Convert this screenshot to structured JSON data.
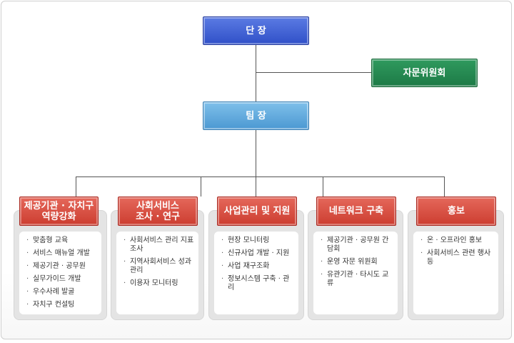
{
  "org": {
    "head": "단 장",
    "advisory": "자문위원회",
    "team_leader": "팀 장",
    "departments": [
      {
        "title": "제공기관 · 자치구\n역량강화",
        "items": [
          "맞춤형 교육",
          "서비스 매뉴얼 개발",
          "제공기관 · 공무원",
          "실무가이드 개발",
          "우수사례 발굴",
          "자치구 컨설팅"
        ]
      },
      {
        "title": "사회서비스\n조사 · 연구",
        "items": [
          "사회서비스 관리 지표 조사",
          "지역사회서비스 성과 관리",
          "이용자 모니터링"
        ]
      },
      {
        "title": "사업관리 및 지원",
        "items": [
          "현장 모니터링",
          "신규사업 개발 · 지원",
          "사업 재구조화",
          "정보시스템 구축 · 관리"
        ]
      },
      {
        "title": "네트워크 구축",
        "items": [
          "제공기관 · 공무원 간담회",
          "운영 자문 위원회",
          "유관기관 · 타시도 교류"
        ]
      },
      {
        "title": "홍보",
        "items": [
          "온 · 오프라인 홍보",
          "사회서비스 관련 행사 등"
        ]
      }
    ]
  },
  "colors": {
    "head": "#3b5bd6",
    "advisory": "#237f4b",
    "team_leader": "#5ba8de",
    "department": "#d9493c"
  }
}
